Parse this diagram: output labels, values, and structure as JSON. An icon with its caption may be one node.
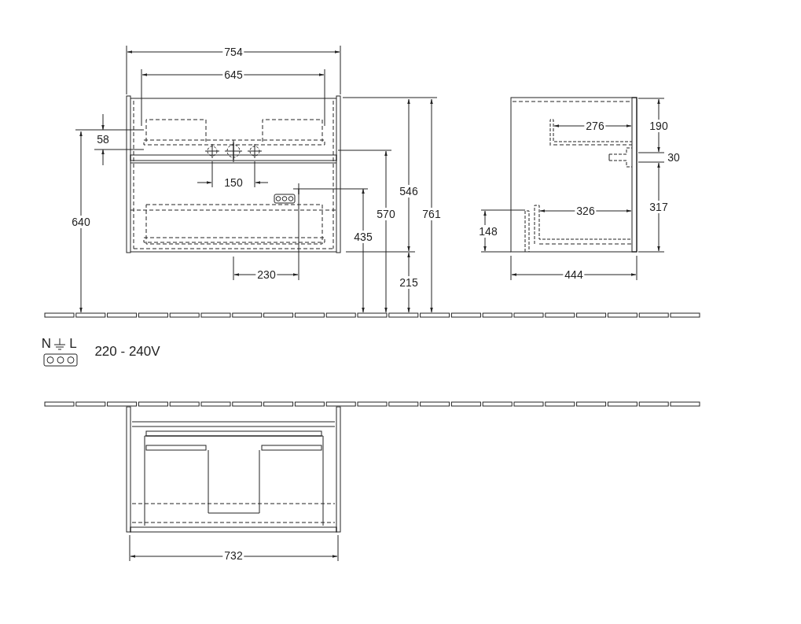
{
  "diagram": {
    "labels": [
      "754",
      "645",
      "58",
      "190",
      "276",
      "30",
      "150",
      "546",
      "640",
      "570",
      "761",
      "326",
      "317",
      "148",
      "435",
      "230",
      "215",
      "444",
      "N",
      "L",
      "220 - 240V",
      "732"
    ]
  }
}
